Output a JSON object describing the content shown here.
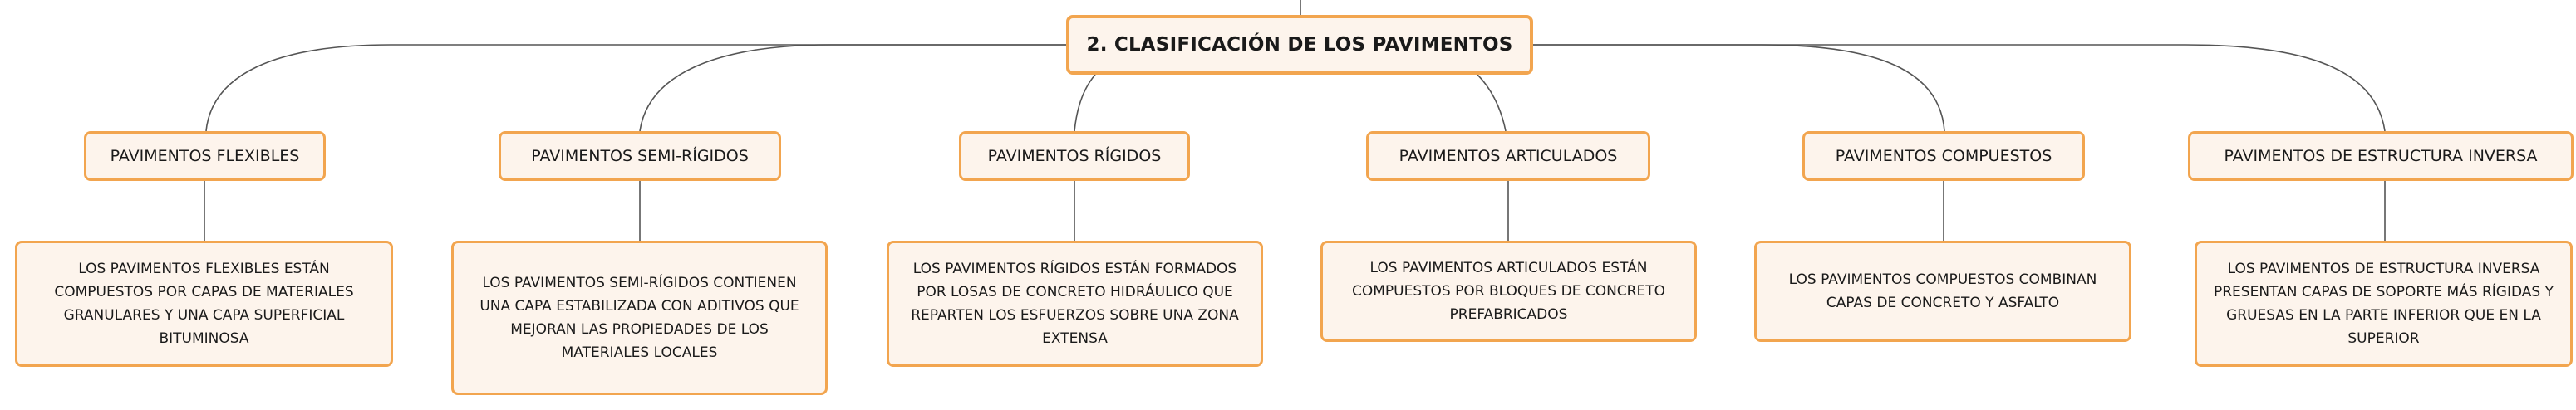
{
  "colors": {
    "border": "#f2a54f",
    "fill": "#fdf4ec",
    "line": "#555555",
    "text": "#1a1a1a"
  },
  "root": {
    "title": "2. CLASIFICACIÓN DE LOS PAVIMENTOS"
  },
  "branches": [
    {
      "category": "PAVIMENTOS FLEXIBLES",
      "description": "LOS PAVIMENTOS FLEXIBLES ESTÁN COMPUESTOS POR CAPAS DE MATERIALES GRANULARES Y UNA CAPA SUPERFICIAL BITUMINOSA"
    },
    {
      "category": "PAVIMENTOS SEMI-RÍGIDOS",
      "description": "LOS PAVIMENTOS SEMI-RÍGIDOS CONTIENEN UNA CAPA ESTABILIZADA CON ADITIVOS QUE MEJORAN LAS PROPIEDADES DE LOS MATERIALES LOCALES"
    },
    {
      "category": "PAVIMENTOS RÍGIDOS",
      "description": "LOS PAVIMENTOS RÍGIDOS ESTÁN FORMADOS POR LOSAS DE CONCRETO HIDRÁULICO QUE REPARTEN LOS ESFUERZOS SOBRE UNA ZONA EXTENSA"
    },
    {
      "category": "PAVIMENTOS ARTICULADOS",
      "description": "LOS PAVIMENTOS ARTICULADOS ESTÁN COMPUESTOS POR BLOQUES DE CONCRETO PREFABRICADOS"
    },
    {
      "category": "PAVIMENTOS COMPUESTOS",
      "description": "LOS PAVIMENTOS COMPUESTOS COMBINAN CAPAS DE CONCRETO Y ASFALTO"
    },
    {
      "category": "PAVIMENTOS DE ESTRUCTURA INVERSA",
      "description": "LOS PAVIMENTOS DE ESTRUCTURA INVERSA PRESENTAN CAPAS DE SOPORTE MÁS RÍGIDAS Y GRUESAS EN LA PARTE INFERIOR QUE EN LA SUPERIOR"
    }
  ]
}
